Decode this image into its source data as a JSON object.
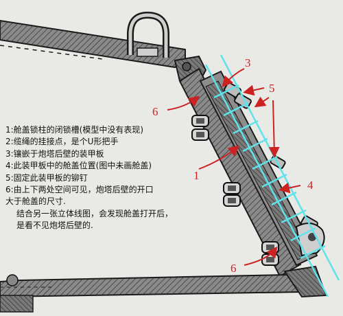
{
  "colors": {
    "background": "#e9eae6",
    "steel": "#6f6f6f",
    "steel_light": "#9a9a9a",
    "outline": "#1a1a1a",
    "callout_red": "#cc2222",
    "axis_cyan": "#5fe3ea"
  },
  "callouts": {
    "n1": "1",
    "n3": "3",
    "n4": "4",
    "n5": "5",
    "n6_top": "6",
    "n6_bottom": "6"
  },
  "legend": {
    "line1": "1:舱盖锁柱的闭锁槽(模型中没有表现)",
    "line2": "2:缆绳的挂接点，是个U形把手",
    "line3": "3:镶嵌于炮塔后壁的装甲板",
    "line4": "4:此装甲板中的舱盖位置(图中未画舱盖)",
    "line5": "5:固定此装甲板的铆钉",
    "line6": "6:由上下两处空间可见，炮塔后壁的开口",
    "line6b": "大于舱盖的尺寸.",
    "note1": "结合另一张立体线图，会发现舱盖打开后，",
    "note2": "是看不见炮塔后壁的."
  }
}
